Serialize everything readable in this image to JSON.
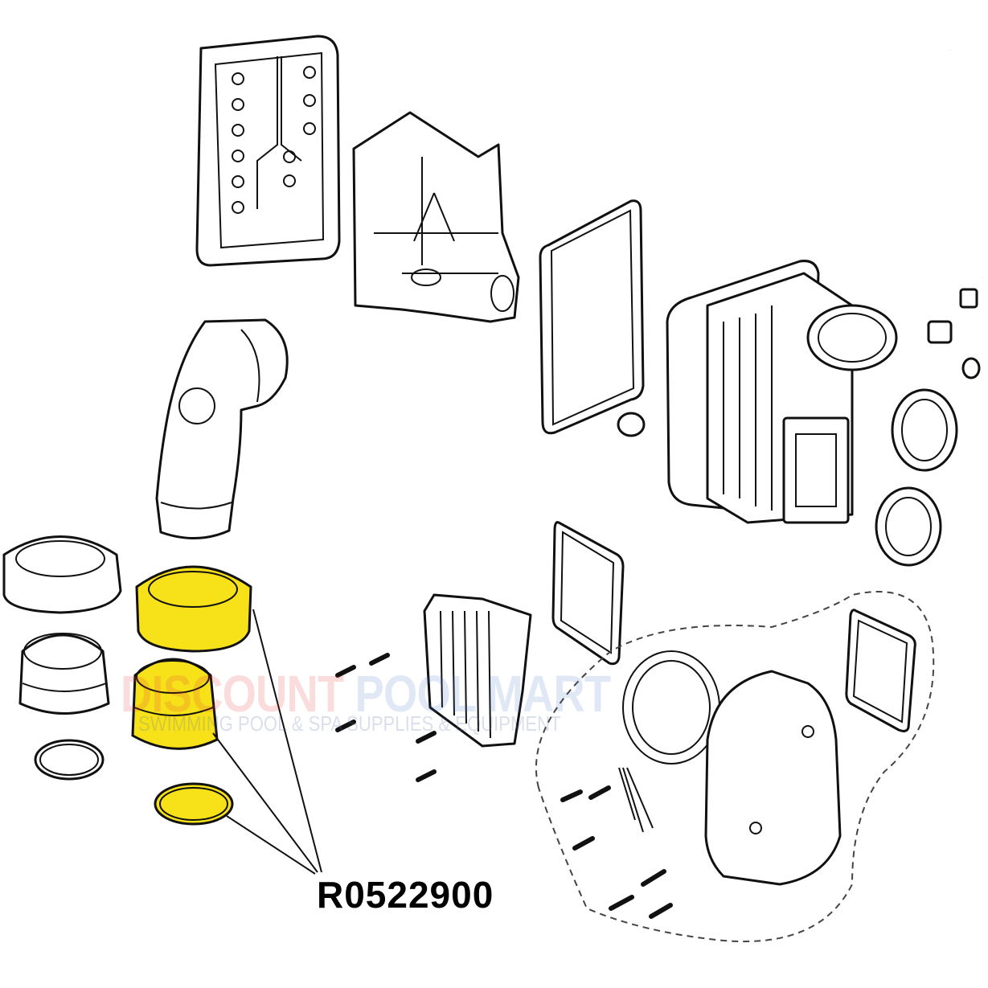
{
  "diagram": {
    "part_label": "R0522900",
    "watermark": {
      "brand_primary": "DISCOUNT",
      "brand_secondary": "POOL MART",
      "tagline": "SWIMMING POOL & SPA SUPPLIES & EQUIPMENT"
    },
    "highlight_color": "#f7e21a",
    "highlighted_parts": [
      "union-nut",
      "union-tail",
      "union-o-ring"
    ]
  }
}
